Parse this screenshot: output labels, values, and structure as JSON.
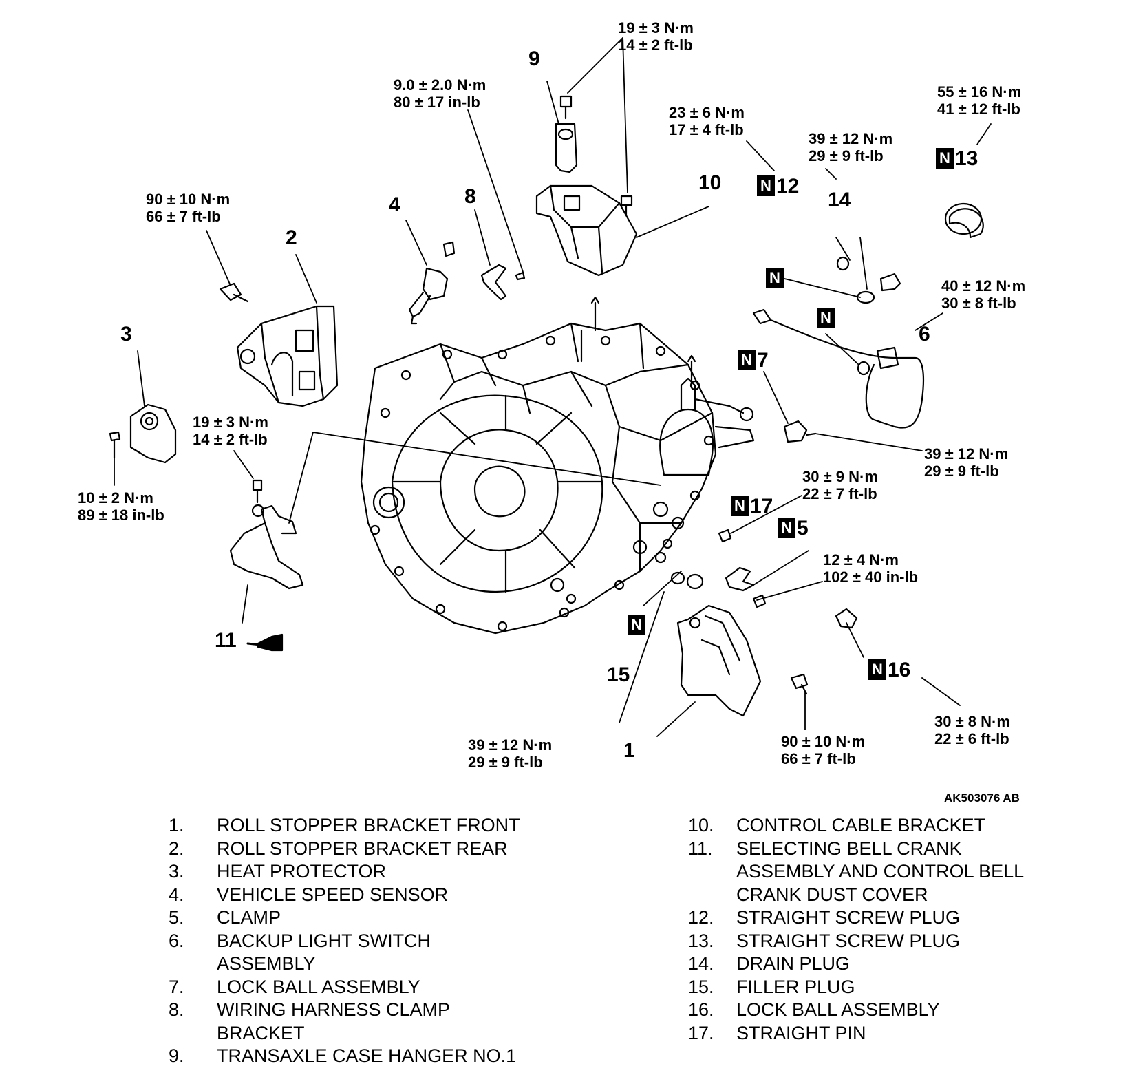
{
  "diagram_code": "AK503076 AB",
  "n_mark": "N",
  "callouts": {
    "c1": "1",
    "c2": "2",
    "c3": "3",
    "c4": "4",
    "c5": "5",
    "c6": "6",
    "c7": "7",
    "c8": "8",
    "c9": "9",
    "c10": "10",
    "c11": "11",
    "c12": "12",
    "c13": "13",
    "c14": "14",
    "c15": "15",
    "c16": "16",
    "c17": "17"
  },
  "torques": {
    "t9_top": [
      "19 ± 3 N·m",
      "14 ± 2 ft-lb"
    ],
    "t8": [
      "9.0 ± 2.0 N·m",
      "80 ± 17 in-lb"
    ],
    "t12": [
      "23 ± 6 N·m",
      "17 ± 4 ft-lb"
    ],
    "t14": [
      "39 ± 12 N·m",
      "29 ± 9 ft-lb"
    ],
    "t13": [
      "55 ± 16 N·m",
      "41 ± 12 ft-lb"
    ],
    "t2": [
      "90 ± 10 N·m",
      "66 ± 7 ft-lb"
    ],
    "t6": [
      "40 ± 12 N·m",
      "30 ± 8 ft-lb"
    ],
    "t7": [
      "39 ± 12 N·m",
      "29 ± 9 ft-lb"
    ],
    "t11": [
      "19 ± 3 N·m",
      "14 ± 2 ft-lb"
    ],
    "t3": [
      "10 ± 2 N·m",
      "89 ± 18 in-lb"
    ],
    "t17": [
      "30 ± 9 N·m",
      "22 ± 7 ft-lb"
    ],
    "t5": [
      "12 ± 4 N·m",
      "102 ± 40 in-lb"
    ],
    "t16": [
      "30 ± 8 N·m",
      "22 ± 6 ft-lb"
    ],
    "t15": [
      "39 ± 12 N·m",
      "29 ± 9 ft-lb"
    ],
    "t1": [
      "90 ± 10 N·m",
      "66 ± 7 ft-lb"
    ]
  },
  "legend_left": [
    {
      "n": "1.",
      "lines": [
        "ROLL STOPPER BRACKET FRONT"
      ]
    },
    {
      "n": "2.",
      "lines": [
        "ROLL STOPPER BRACKET REAR"
      ]
    },
    {
      "n": "3.",
      "lines": [
        "HEAT PROTECTOR"
      ]
    },
    {
      "n": "4.",
      "lines": [
        "VEHICLE SPEED SENSOR"
      ]
    },
    {
      "n": "5.",
      "lines": [
        "CLAMP"
      ]
    },
    {
      "n": "6.",
      "lines": [
        "BACKUP LIGHT SWITCH",
        "ASSEMBLY"
      ]
    },
    {
      "n": "7.",
      "lines": [
        "LOCK BALL ASSEMBLY"
      ]
    },
    {
      "n": "8.",
      "lines": [
        "WIRING HARNESS CLAMP",
        "BRACKET"
      ]
    },
    {
      "n": "9.",
      "lines": [
        "TRANSAXLE CASE HANGER NO.1"
      ]
    }
  ],
  "legend_right": [
    {
      "n": "10.",
      "lines": [
        "CONTROL CABLE BRACKET"
      ]
    },
    {
      "n": "11.",
      "lines": [
        "SELECTING BELL CRANK",
        "ASSEMBLY AND CONTROL BELL",
        "CRANK DUST COVER"
      ]
    },
    {
      "n": "12.",
      "lines": [
        "STRAIGHT SCREW PLUG"
      ]
    },
    {
      "n": "13.",
      "lines": [
        "STRAIGHT SCREW PLUG"
      ]
    },
    {
      "n": "14.",
      "lines": [
        "DRAIN PLUG"
      ]
    },
    {
      "n": "15.",
      "lines": [
        "FILLER PLUG"
      ]
    },
    {
      "n": "16.",
      "lines": [
        "LOCK BALL ASSEMBLY"
      ]
    },
    {
      "n": "17.",
      "lines": [
        "STRAIGHT PIN"
      ]
    }
  ]
}
